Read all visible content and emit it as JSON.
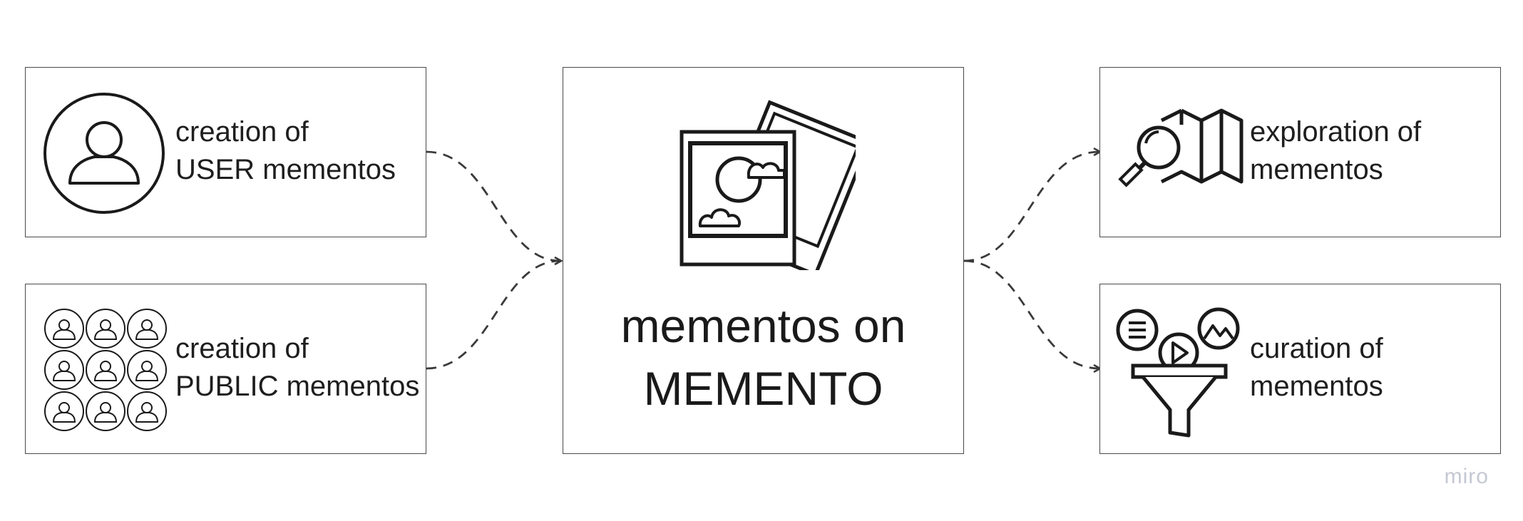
{
  "inputs": [
    {
      "line1": "creation of",
      "line2": "USER mementos"
    },
    {
      "line1": "creation of",
      "line2": "PUBLIC mementos"
    }
  ],
  "center": {
    "line1": "mementos on",
    "line2": "MEMENTO"
  },
  "outputs": [
    {
      "line1": "exploration of",
      "line2": "mementos"
    },
    {
      "line1": "curation of",
      "line2": "mementos"
    }
  ],
  "icons": {
    "user": "user-circle-icon",
    "public": "people-grid-icon",
    "center": "photo-stack-icon",
    "explore": "map-magnifier-icon",
    "curate": "media-funnel-icon"
  },
  "watermark": "miro",
  "colors": {
    "stroke": "#1a1a1a",
    "border": "#4a4a4a",
    "connector": "#3a3a3a",
    "watermark": "#c4c8d2"
  }
}
